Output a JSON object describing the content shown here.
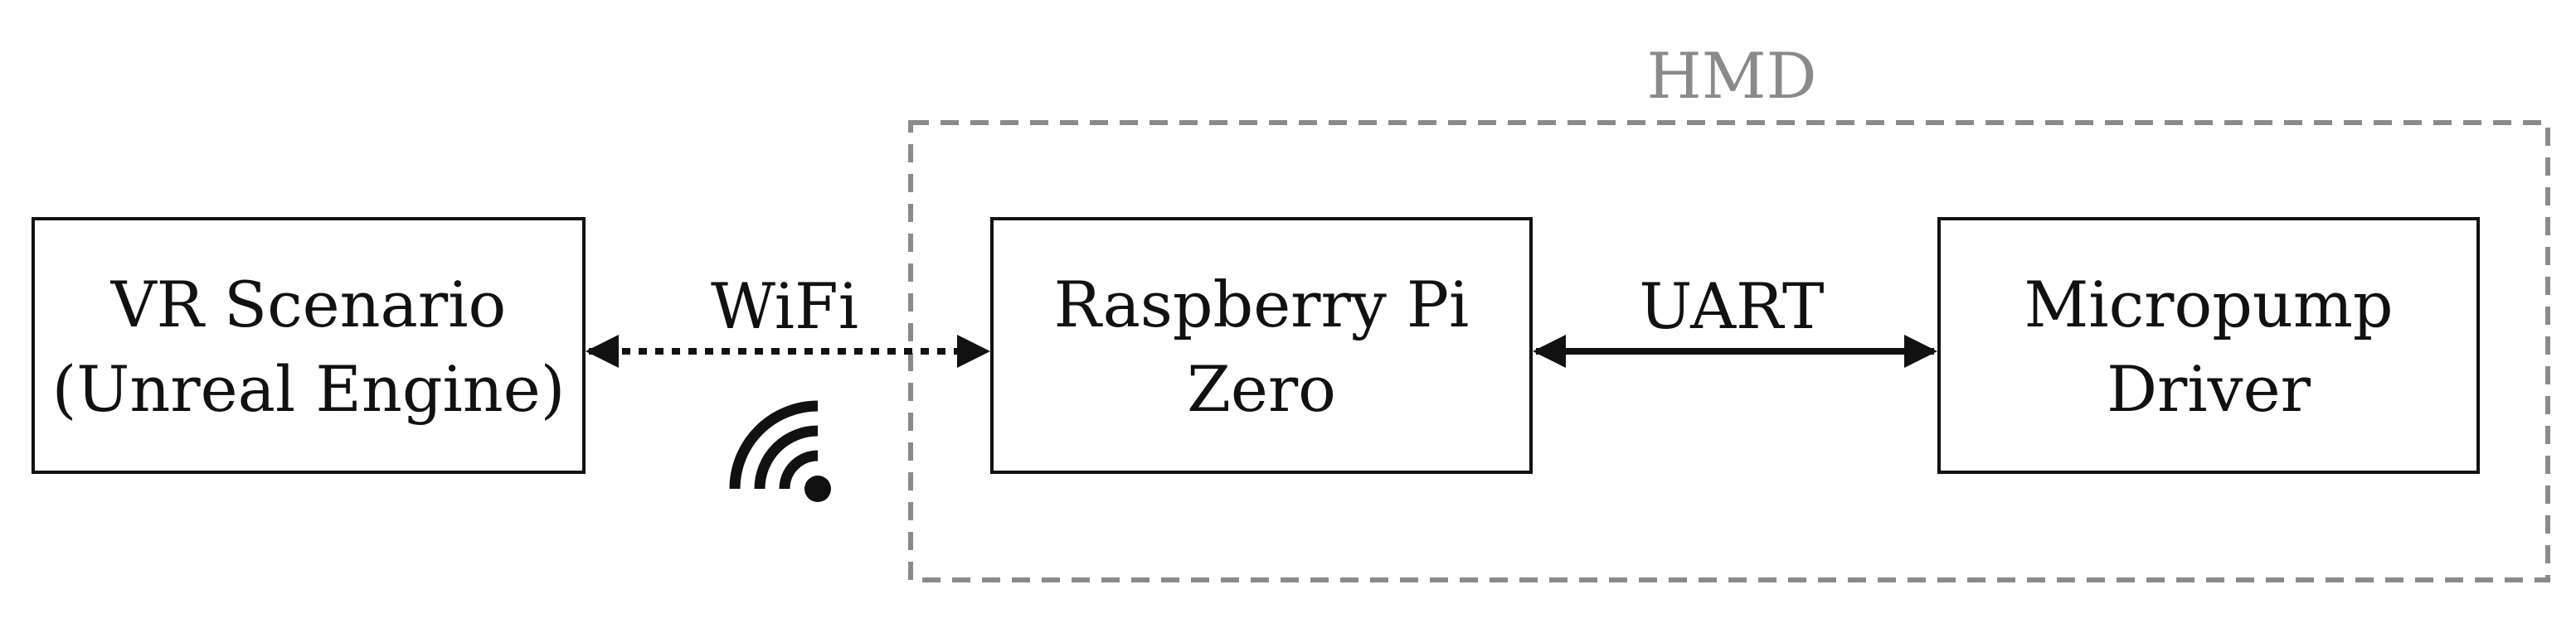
{
  "colors": {
    "stroke": "#111111",
    "group_border": "#8a8a8a",
    "group_label": "#8a8a8a",
    "background": "#ffffff"
  },
  "group": {
    "label": "HMD",
    "border_style": "dashed"
  },
  "nodes": {
    "vr_scenario": {
      "line1": "VR Scenario",
      "line2": "(Unreal Engine)"
    },
    "raspberry_pi": {
      "line1": "Raspberry Pi",
      "line2": "Zero"
    },
    "micropump_driver": {
      "line1": "Micropump",
      "line2": "Driver"
    }
  },
  "edges": {
    "wifi": {
      "label": "WiFi",
      "style": "dotted",
      "direction": "bidirectional",
      "icon": "wifi-icon"
    },
    "uart": {
      "label": "UART",
      "style": "solid",
      "direction": "bidirectional"
    }
  }
}
